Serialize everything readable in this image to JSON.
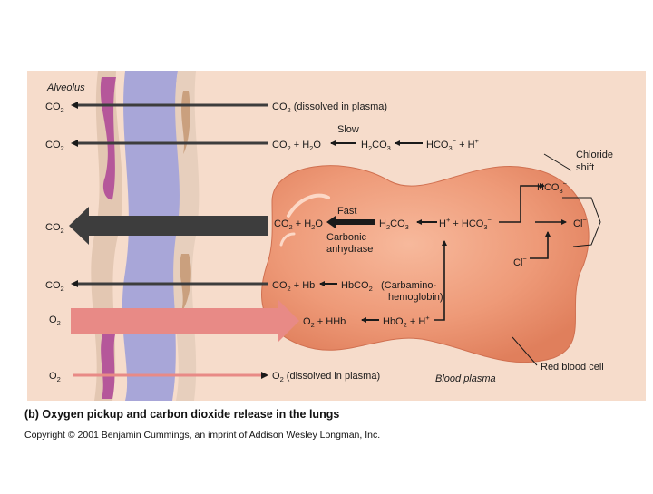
{
  "labels": {
    "alveolus": "Alveolus",
    "co2": "CO",
    "o2": "O",
    "two": "2",
    "co2_dissolved": " (dissolved in plasma)",
    "o2_dissolved": " (dissolved in plasma)",
    "slow": "Slow",
    "fast": "Fast",
    "carbonic": "Carbonic",
    "anhydrase": "anhydrase",
    "chloride": "Chloride",
    "shift": "shift",
    "hco3": "HCO",
    "three": "3",
    "minus": "−",
    "plus": "+",
    "h": "H",
    "cl": "Cl",
    "hb": "Hb",
    "hhb": "HHb",
    "hbco2": "HbCO",
    "hbo2": "HbO",
    "h2": "H",
    "co3": "CO",
    "o": "O",
    "plus_sign": " + ",
    "carbamino": "(Carbamino-",
    "hemoglobin": "hemoglobin)",
    "blood_plasma": "Blood plasma",
    "red_blood_cell": "Red blood cell"
  },
  "caption": "(b) Oxygen pickup and carbon dioxide release in the lungs",
  "copyright": "Copyright © 2001 Benjamin Cummings, an imprint of Addison Wesley Longman, Inc.",
  "colors": {
    "background_panel": "#f6dccb",
    "red_blood_cell": "#ec8f6c",
    "capillary_blue": "#a8a6d8",
    "cell_purple": "#b5579a",
    "cell_tan": "#e2c2a8",
    "o2_arrow": "#e88a86",
    "dark_arrow": "#3d3d3d"
  }
}
